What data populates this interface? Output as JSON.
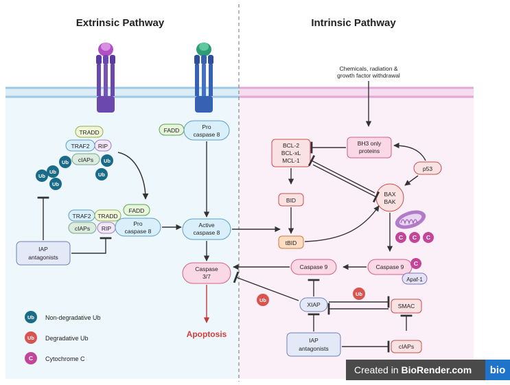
{
  "headings": {
    "extrinsic": "Extrinsic Pathway",
    "intrinsic": "Intrinsic Pathway"
  },
  "stimulus": {
    "line1": "Chemicals, radiation &",
    "line2": "growth factor withdrawal"
  },
  "nodes": {
    "tradd": "TRADD",
    "traf2": "TRAF2",
    "rip": "RIP",
    "ciaps": "cIAPs",
    "traf2_b": "TRAF2",
    "tradd_b": "TRADD",
    "ciaps_b": "cIAPs",
    "rip_b": "RIP",
    "fadd_top": "FADD",
    "pro_caspase8_top": [
      "Pro",
      "caspase 8"
    ],
    "fadd_mid": "FADD",
    "pro_caspase8_mid": [
      "Pro",
      "caspase 8"
    ],
    "active_caspase8": [
      "Active",
      "caspase 8"
    ],
    "caspase37": [
      "Caspase",
      "3/7"
    ],
    "iap_antagonists_left": [
      "IAP",
      "antagonists"
    ],
    "bcl2_group": [
      "BCL-2",
      "BCL-xL",
      "MCL-1"
    ],
    "bh3": [
      "BH3 only",
      "proteins"
    ],
    "p53": "p53",
    "bax_bak": [
      "BAX",
      "BAK"
    ],
    "bid": "BID",
    "tbid": "tBID",
    "caspase9_left": "Caspase 9",
    "caspase9_right": "Caspase 9",
    "apaf1": "Apaf-1",
    "xiap": "XIAP",
    "smac": "SMAC",
    "ciaps_right": "cIAPs",
    "iap_antagonists_right": [
      "IAP",
      "antagonists"
    ],
    "apoptosis": "Apoptosis"
  },
  "ub_label": "Ub",
  "c_label": "C",
  "legend": {
    "non_degradative": "Non-degradative Ub",
    "degradative": "Degradative Ub",
    "cytochrome": "Cytochrome C"
  },
  "watermark": {
    "created_in": "Created in",
    "brand": "BioRender.com",
    "logo": "bio"
  },
  "colors": {
    "ub_dark": "#1a6b8a",
    "ub_red": "#d9534f",
    "cyto": "#c2459a",
    "apoptosis": "#d63b3b",
    "membrane_left": "#b8d8ec",
    "membrane_right": "#e7b8dc"
  }
}
